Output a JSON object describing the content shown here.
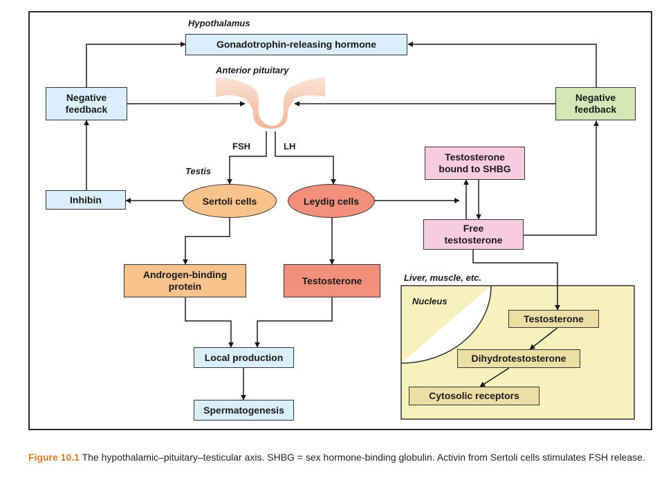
{
  "labels": {
    "hypothalamus": "Hypothalamus",
    "anterior_pituitary": "Anterior pituitary",
    "testis": "Testis",
    "fsh": "FSH",
    "lh": "LH",
    "liver": "Liver, muscle, etc.",
    "nucleus": "Nucleus"
  },
  "boxes": {
    "gnrh": "Gonadotrophin-releasing hormone",
    "neg_left_1": "Negative",
    "neg_left_2": "feedback",
    "neg_right_1": "Negative",
    "neg_right_2": "feedback",
    "inhibin": "Inhibin",
    "sertoli": "Sertoli cells",
    "leydig": "Leydig cells",
    "shbg_1": "Testosterone",
    "shbg_2": "bound to SHBG",
    "free_1": "Free",
    "free_2": "testosterone",
    "abp_1": "Androgen-binding",
    "abp_2": "protein",
    "testosterone": "Testosterone",
    "local": "Local production",
    "spermato": "Spermatogenesis",
    "nuc_testosterone": "Testosterone",
    "dht": "Dihydrotestosterone",
    "cytosolic": "Cytosolic receptors"
  },
  "caption": {
    "figure_label": "Figure 10.1",
    "text": " The hypothalamic–pituitary–testicular axis. SHBG = sex hormone-binding globulin. Activin from Sertoli cells stimulates FSH release."
  },
  "colors": {
    "blue": "#dbeefb",
    "green": "#d3e8b6",
    "pink": "#f7cbe0",
    "orange": "#f8c28c",
    "salmon": "#f2907c",
    "tan": "#ecdfa6",
    "liver_region": "#f6f1bd",
    "pituitary": "#f3c9b0",
    "caption_accent": "#e07a1f"
  }
}
